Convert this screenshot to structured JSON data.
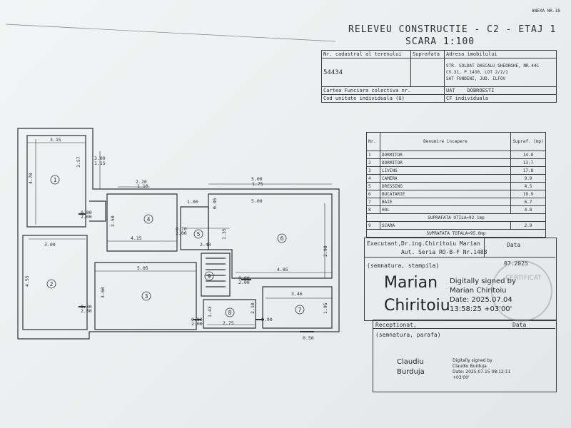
{
  "doc": {
    "annex": "ANEXA NR.18",
    "title": "RELEVEU CONSTRUCTIE - C2 - ETAJ 1",
    "scale": "SCARA 1:100"
  },
  "cadastral": {
    "label_nr": "Nr. cadastral al terenului",
    "label_suprafata": "Suprafata",
    "label_adresa": "Adresa imobilului",
    "nr": "54434",
    "address": [
      "STR. SOLDAT DASCALU GHEORGHE, NR.44C",
      "CV.31, P.1430, LOT 2/2/1",
      "SAT FUNDENI, JUD. ILFOV"
    ],
    "carte_label": "Cartea Funciara colectiva nr.",
    "uat_label": "UAT",
    "uat_value": "DOBROESTI",
    "cod_label": "Cod unitate individuala (U)",
    "cf_label": "CF individuala"
  },
  "rooms_table": {
    "head_nr": "Nr.",
    "head_name": "Denumire incapere",
    "head_area": "Supraf. (mp)",
    "rows": [
      {
        "nr": "1",
        "name": "DORMITOR",
        "area": "14.8"
      },
      {
        "nr": "2",
        "name": "DORMITOR",
        "area": "13.7"
      },
      {
        "nr": "3",
        "name": "LIVING",
        "area": "17.8"
      },
      {
        "nr": "4",
        "name": "CAMERA",
        "area": "9.9"
      },
      {
        "nr": "5",
        "name": "DRESSING",
        "area": "4.5"
      },
      {
        "nr": "6",
        "name": "BUCATARIE",
        "area": "19.9"
      },
      {
        "nr": "7",
        "name": "BAIE",
        "area": "6.7"
      },
      {
        "nr": "8",
        "name": "HOL",
        "area": "4.8"
      }
    ],
    "util_label": "SUPRAFATA UTILA=92.1mp",
    "scara": {
      "nr": "9",
      "name": "SCARA",
      "area": "2.9"
    },
    "total_label": "SUPRAFATA TOTALA=95.0mp"
  },
  "executant": {
    "label": "Executant,",
    "name": "Dr.ing.Chiritoiu Marian",
    "data_label": "Data",
    "aut": "Aut. Seria RO-B-F Nr.1488",
    "date": "07.2025",
    "sem_label": "(semnatura, stampila)",
    "sig_line1": "Marian",
    "sig_line2": "Chiritoiu",
    "dig_lines": [
      "Digitally signed by",
      "Marian Chiritoiu",
      "Date: 2025.07.04",
      "13:58:25 +03'00'"
    ]
  },
  "receptionat": {
    "label": "Receptionat,",
    "data_label": "Data",
    "sem_label": "(semnatura, parafa)",
    "sig_line1": "Claudiu",
    "sig_line2": "Burduja",
    "dig_lines": [
      "Digitally signed by",
      "Claudiu Burduja",
      "Date: 2025.07.15 08:12:11",
      "+03'00'"
    ]
  },
  "plan": {
    "dims": [
      "3.15",
      "4.70",
      "3.57",
      "3.00",
      "1.15",
      "2.20",
      "1.10",
      "5.00",
      "1.75",
      "1.00",
      "0.95",
      "5.00",
      "2.50",
      "4.15",
      "0.70",
      "2.00",
      "2.40",
      "1.35",
      "2.90",
      "3.00",
      "4.55",
      "5.05",
      "4.85",
      "3.60",
      "0.80",
      "3.46",
      "1.43",
      "2.10",
      "1.95",
      "2.75",
      "0.90",
      "0.50"
    ],
    "door_labels": [
      "0.80",
      "2.00"
    ],
    "room_numbers": [
      "1",
      "2",
      "3",
      "4",
      "5",
      "6",
      "7",
      "8",
      "9"
    ]
  }
}
